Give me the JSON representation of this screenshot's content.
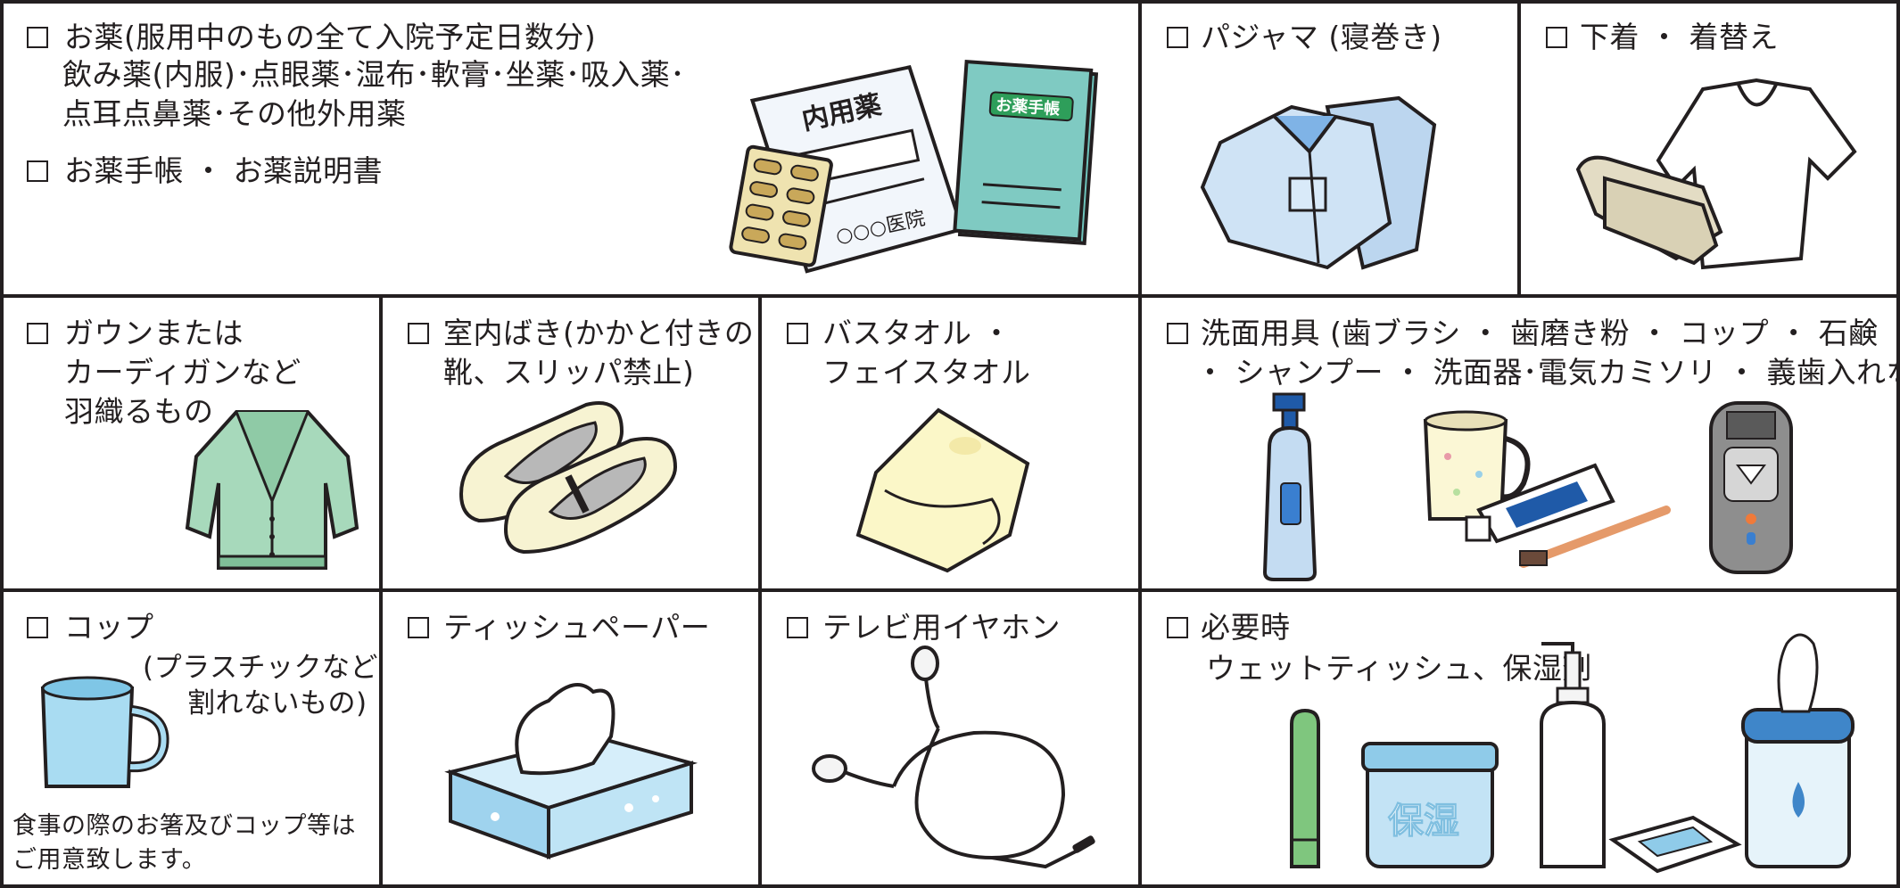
{
  "items": {
    "medicine": {
      "title": "お薬(服用中のもの全て入院予定日数分)",
      "detail_line1": "飲み薬(内服)･点眼薬･湿布･軟膏･坐薬･吸入薬･",
      "detail_line2": "点耳点鼻薬･その他外用薬",
      "notebook": "お薬手帳 ・ お薬説明書",
      "paper_title": "内用薬",
      "paper_hospital": "○○○医院",
      "book_label": "お薬手帳"
    },
    "pajamas": {
      "title": "パジャマ (寝巻き)"
    },
    "underwear": {
      "title": "下着 ・ 着替え"
    },
    "gown": {
      "line1": "ガウンまたは",
      "line2": "カーディガンなど",
      "line3": "羽織るもの"
    },
    "slippers": {
      "line1": "室内ばき(かかと付きの",
      "line2": "靴、スリッパ禁止)"
    },
    "towel": {
      "line1": "バスタオル ・",
      "line2": "フェイスタオル"
    },
    "toiletries": {
      "line1": "洗面用具 (歯ブラシ ・ 歯磨き粉 ・ コップ ・ 石鹸 ・",
      "line2": "・ シャンプー ・ 洗面器･電気カミソリ ・ 義歯入れなど)"
    },
    "cup": {
      "title": "コップ",
      "note1": "(プラスチックなど",
      "note2": "割れないもの)",
      "footer1": "食事の際のお箸及びコップ等は",
      "footer2": "ご用意致します。"
    },
    "tissue": {
      "title": "ティッシュペーパー"
    },
    "earphone": {
      "title": "テレビ用イヤホン"
    },
    "asneeded": {
      "title": "必要時",
      "detail": "ウェットティッシュ、保湿剤",
      "cream_label": "保湿"
    }
  },
  "colors": {
    "border": "#231f20",
    "pajama_blue": "#cfe3f5",
    "cardigan_green": "#9fd3b3",
    "shoe_cream": "#f7f3d2",
    "towel_yellow": "#fbf7c8",
    "book_teal": "#6ec3bb",
    "cup_blue": "#a9dcf2",
    "tissue_blue": "#bfe4f5"
  }
}
